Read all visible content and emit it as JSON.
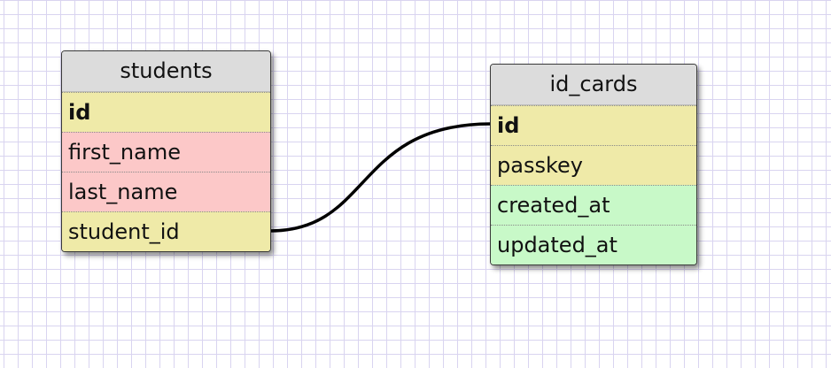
{
  "tables": [
    {
      "name": "students",
      "fields": [
        {
          "label": "id",
          "color": "yellow",
          "key": true
        },
        {
          "label": "first_name",
          "color": "pink",
          "key": false
        },
        {
          "label": "last_name",
          "color": "pink",
          "key": false
        },
        {
          "label": "student_id",
          "color": "yellow",
          "key": false
        }
      ]
    },
    {
      "name": "id_cards",
      "fields": [
        {
          "label": "id",
          "color": "yellow",
          "key": true
        },
        {
          "label": "passkey",
          "color": "yellow",
          "key": false
        },
        {
          "label": "created_at",
          "color": "green",
          "key": false
        },
        {
          "label": "updated_at",
          "color": "green",
          "key": false
        }
      ]
    }
  ],
  "relations": [
    {
      "from": "students.student_id",
      "to": "id_cards.id"
    }
  ],
  "colors": {
    "yellow": "#efeaa8",
    "pink": "#fcc8c8",
    "green": "#c8f9c8",
    "header": "#dcdcdc",
    "grid": "#d9d4f0",
    "connector": "#000000"
  }
}
